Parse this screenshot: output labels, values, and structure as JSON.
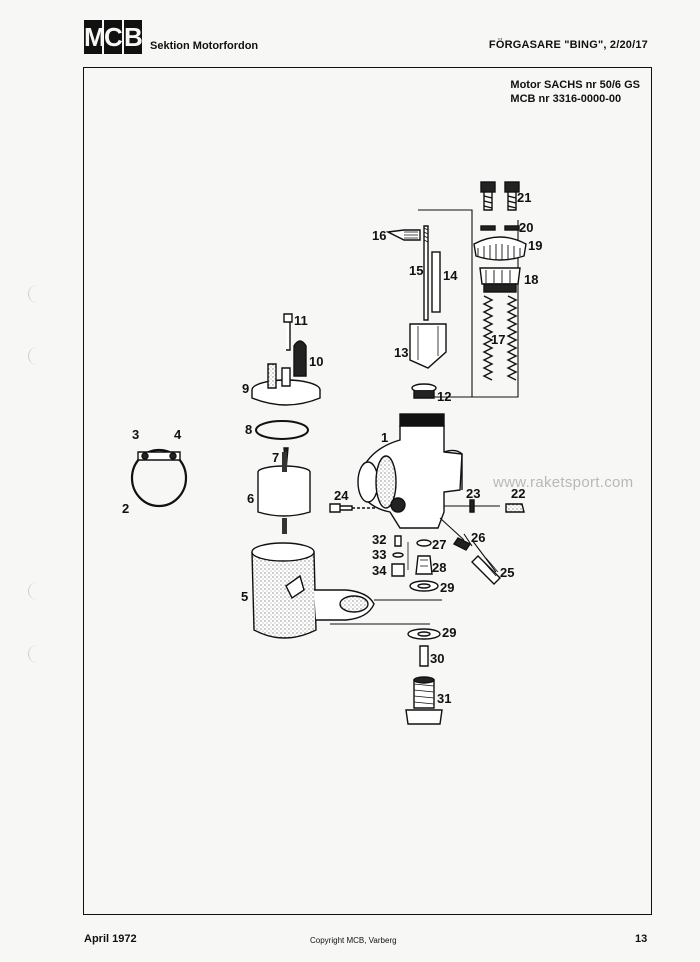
{
  "header": {
    "logo_letters": [
      "M",
      "C",
      "B"
    ],
    "section": "Sektion Motorfordon",
    "reference": "FÖRGASARE \"BING\", 2/20/17"
  },
  "diagram": {
    "motor_line1": "Motor SACHS nr 50/6 GS",
    "motor_line2": "MCB nr 3316-0000-00",
    "watermark": "www.raketsport.com",
    "part_numbers": {
      "p1": "1",
      "p2": "2",
      "p3": "3",
      "p4": "4",
      "p5": "5",
      "p6": "6",
      "p7": "7",
      "p8": "8",
      "p9": "9",
      "p10": "10",
      "p11": "11",
      "p12": "12",
      "p13": "13",
      "p14": "14",
      "p15": "15",
      "p16": "16",
      "p17": "17",
      "p18": "18",
      "p19": "19",
      "p20": "20",
      "p21": "21",
      "p22": "22",
      "p23": "23",
      "p24": "24",
      "p25": "25",
      "p26": "26",
      "p27": "27",
      "p28": "28",
      "p29a": "29",
      "p29b": "29",
      "p30": "30",
      "p31": "31",
      "p32": "32",
      "p33": "33",
      "p34": "34"
    }
  },
  "footer": {
    "date": "April 1972",
    "copyright": "Copyright MCB, Varberg",
    "page": "13"
  }
}
